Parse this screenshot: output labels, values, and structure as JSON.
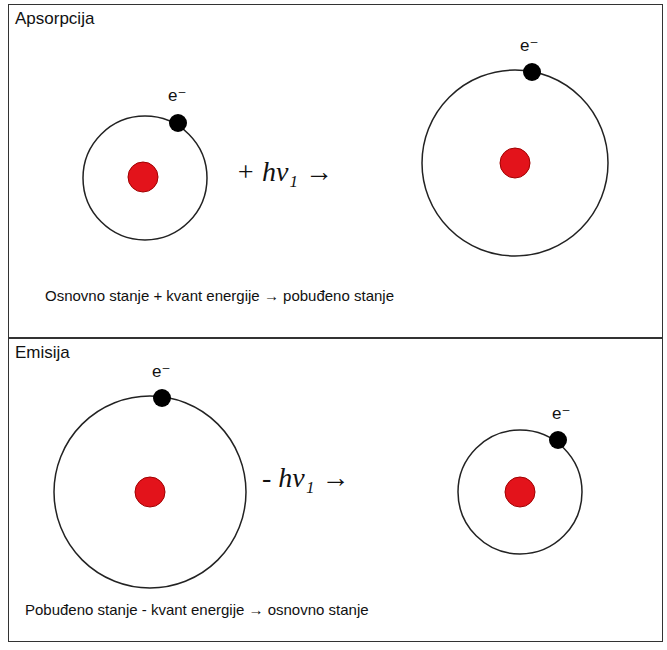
{
  "diagram": {
    "nodes": [
      {
        "text": [
          "Apsorpcija",
          "Osnovno stanje + kvant energije → pobuđeno stanje"
        ]
      },
      {
        "text": [
          "Emisija",
          "Pobuđeno stanje - kvant energije → osnovno stanje"
        ]
      }
    ],
    "labels": [
      "e⁻",
      "+ hν₁ →",
      "e⁻",
      "e⁻",
      "- hν₁ →",
      "e⁻"
    ]
  }
}
